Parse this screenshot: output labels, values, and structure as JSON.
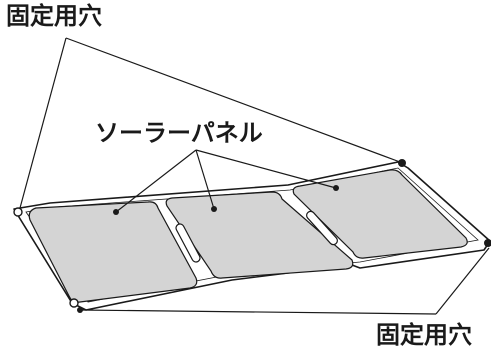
{
  "labels": {
    "mounting_hole_top": "固定用穴",
    "solar_panel": "ソーラーパネル",
    "mounting_hole_bottom": "固定用穴"
  },
  "colors": {
    "outline": "#1a1a1a",
    "panel_fill": "#d4d4d4",
    "frame_fill": "#ffffff",
    "dot": "#1a1a1a"
  }
}
